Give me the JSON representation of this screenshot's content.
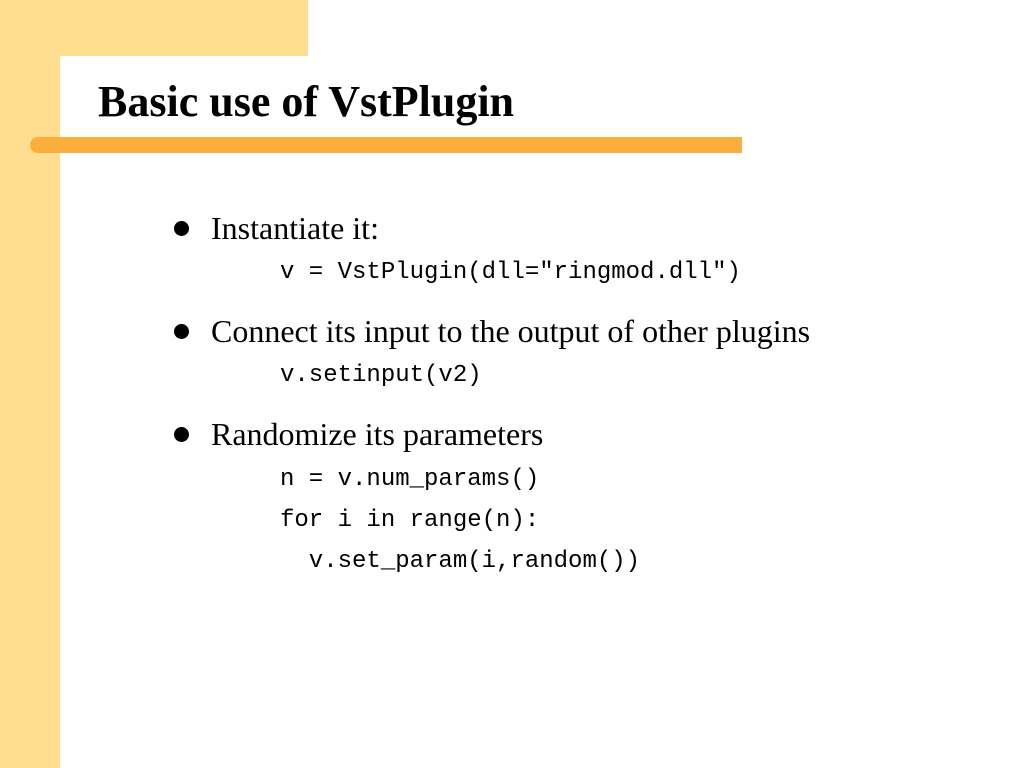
{
  "slide": {
    "title": "Basic use of VstPlugin",
    "bullets": [
      {
        "text": "Instantiate it:",
        "code": [
          "v = VstPlugin(dll=\"ringmod.dll\")"
        ]
      },
      {
        "text": "Connect its input to the output of other plugins",
        "code": [
          "v.setinput(v2)"
        ]
      },
      {
        "text": "Randomize its parameters",
        "code": [
          "n = v.num_params()",
          "for i in range(n):",
          "  v.set_param(i,random())"
        ]
      }
    ]
  },
  "colors": {
    "band": "#ffdf8f",
    "title_bar": "#fbae3b",
    "text": "#000000",
    "background": "#ffffff"
  }
}
